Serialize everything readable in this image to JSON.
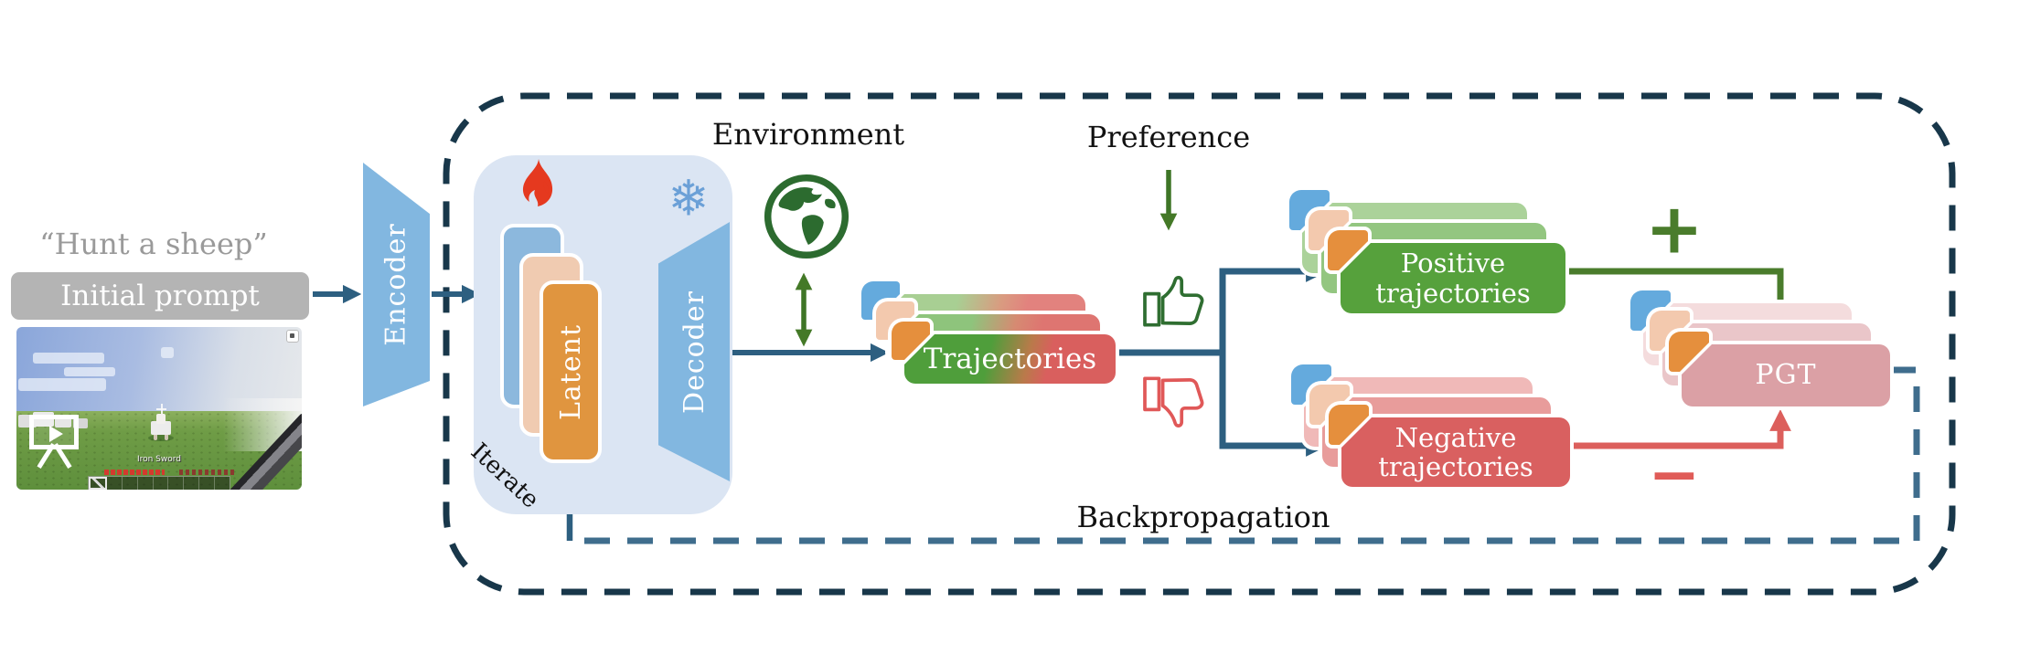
{
  "figure": {
    "input": {
      "quote": "“Hunt a sheep”",
      "prompt_label": "Initial prompt",
      "video_item_label": "Iron Sword"
    },
    "model": {
      "encoder": "Encoder",
      "latent": "Latent",
      "decoder": "Decoder",
      "iterate": "Iterate"
    },
    "labels": {
      "environment": "Environment",
      "preference": "Preference",
      "backpropagation": "Backpropagation"
    },
    "boxes": {
      "trajectories": "Trajectories",
      "positive": "Positive trajectories",
      "negative": "Negative trajectories",
      "pgt": "PGT"
    },
    "signs": {
      "plus": "+",
      "minus": "−"
    },
    "icons": {
      "flame": "flame-icon (trainable)",
      "snowflake": "snowflake-icon (frozen)",
      "snowflake_glyph": "❄",
      "globe": "globe-icon (environment)",
      "thumbs_up": "thumbs-up-icon",
      "thumbs_down": "thumbs-down-icon",
      "play": "play-video-icon",
      "popout": "popout-icon"
    },
    "colors": {
      "dash_border": "#18374a",
      "flow_line": "#2d5f80",
      "backprop_line": "#3f6d8d",
      "green_line": "#4a7c2c",
      "red_line": "#dc5f5c",
      "encoder_blue": "#82b7e0",
      "container_blue": "#dbe5f3",
      "latent_orange": "#e0953f",
      "positive_green": "#56a13c",
      "negative_red": "#d96060",
      "pgt_pink": "#dba0a5",
      "corner_blue": "#64aadd",
      "corner_peach": "#f3c9ae",
      "corner_orange": "#e58f3d",
      "prompt_gray": "#b4b4b4",
      "flame_red": "#e5391f",
      "snow_blue": "#6ba0d7",
      "globe_green": "#2c6b2f"
    }
  }
}
